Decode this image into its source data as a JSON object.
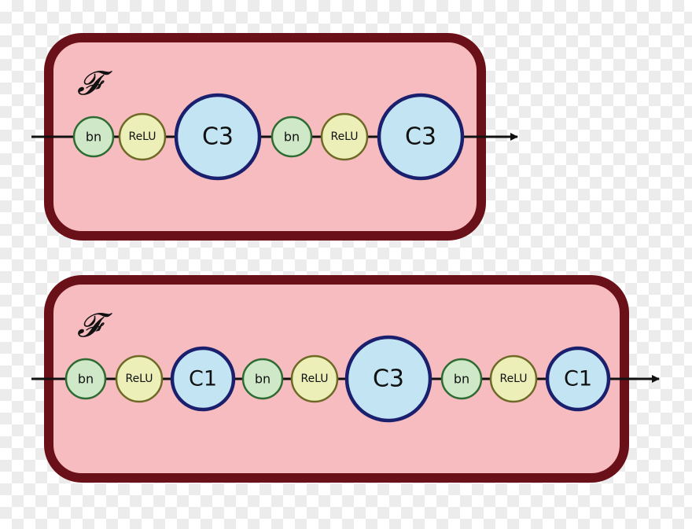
{
  "colors": {
    "block_fill": "#f7bcc0",
    "block_border": "#6a1018",
    "line": "#111111",
    "bn_fill": "#cfe8c7",
    "bn_stroke": "#2e6b32",
    "relu_fill": "#ecf0b8",
    "relu_stroke": "#6e6a26",
    "conv_fill": "#c3e5f3",
    "conv_stroke": "#1a1f6e"
  },
  "blocks": [
    {
      "symbol": "𝓕",
      "nodes": [
        {
          "label": "bn",
          "kind": "bn"
        },
        {
          "label": "ReLU",
          "kind": "relu"
        },
        {
          "label": "C3",
          "kind": "conv"
        },
        {
          "label": "bn",
          "kind": "bn"
        },
        {
          "label": "ReLU",
          "kind": "relu"
        },
        {
          "label": "C3",
          "kind": "conv"
        }
      ]
    },
    {
      "symbol": "𝓕",
      "nodes": [
        {
          "label": "bn",
          "kind": "bn"
        },
        {
          "label": "ReLU",
          "kind": "relu"
        },
        {
          "label": "C1",
          "kind": "conv"
        },
        {
          "label": "bn",
          "kind": "bn"
        },
        {
          "label": "ReLU",
          "kind": "relu"
        },
        {
          "label": "C3",
          "kind": "conv"
        },
        {
          "label": "bn",
          "kind": "bn"
        },
        {
          "label": "ReLU",
          "kind": "relu"
        },
        {
          "label": "C1",
          "kind": "conv"
        }
      ]
    }
  ]
}
